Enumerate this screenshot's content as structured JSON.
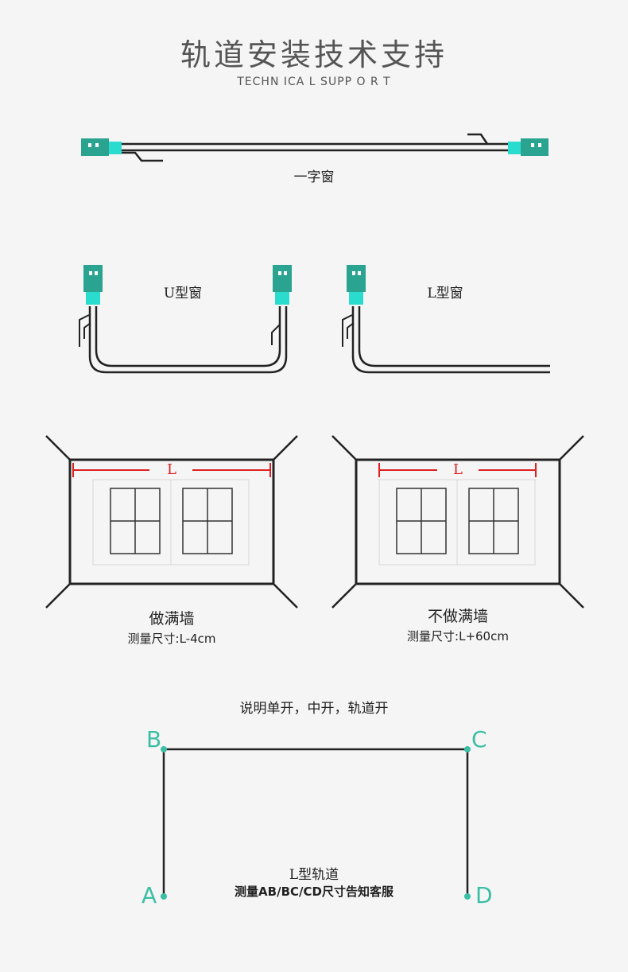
{
  "header": {
    "title": "轨道安装技术支持",
    "subtitle": "TECHN ICA L SUPP O R T"
  },
  "straight_window": {
    "label": "一字窗"
  },
  "u_window": {
    "label": "U型窗"
  },
  "l_window": {
    "label": "L型窗"
  },
  "full_wall": {
    "dim_label": "L",
    "title": "做满墙",
    "measure": "测量尺寸:L-4cm"
  },
  "not_full_wall": {
    "dim_label": "L",
    "title": "不做满墙",
    "measure": "测量尺寸:L+60cm"
  },
  "track_open": {
    "heading": "说明单开，中开，轨道开",
    "points": [
      "A",
      "B",
      "C",
      "D"
    ],
    "track_label": "L型轨道",
    "instruction": "测量AB/BC/CD尺寸告知客服"
  },
  "colors": {
    "bracket_dark": "#2aa391",
    "bracket_light": "#29dccd",
    "line": "#222222",
    "dimension": "#e02020",
    "point": "#3bbfa4"
  }
}
